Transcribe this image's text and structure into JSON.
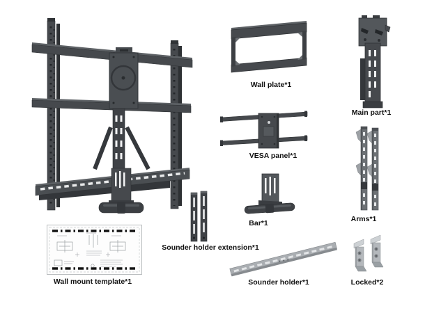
{
  "figure": "TV wall mount kit parts overview",
  "colors": {
    "background": "#ffffff",
    "part_dark": "#46494d",
    "part_dark_shadow": "#303336",
    "part_silver": "#b0b4b8",
    "label_text": "#111111"
  },
  "parts": [
    {
      "id": "main-assembly",
      "label": ""
    },
    {
      "id": "wall-plate",
      "label": "Wall plate*1"
    },
    {
      "id": "main-part",
      "label": "Main part*1"
    },
    {
      "id": "vesa-panel",
      "label": "VESA panel*1"
    },
    {
      "id": "bar",
      "label": "Bar*1"
    },
    {
      "id": "arms",
      "label": "Arms*1"
    },
    {
      "id": "sounder-holder-extension",
      "label": "Sounder holder extension*1"
    },
    {
      "id": "wall-mount-template",
      "label": "Wall mount template*1"
    },
    {
      "id": "sounder-holder",
      "label": "Sounder holder*1"
    },
    {
      "id": "locked",
      "label": "Locked*2"
    }
  ]
}
